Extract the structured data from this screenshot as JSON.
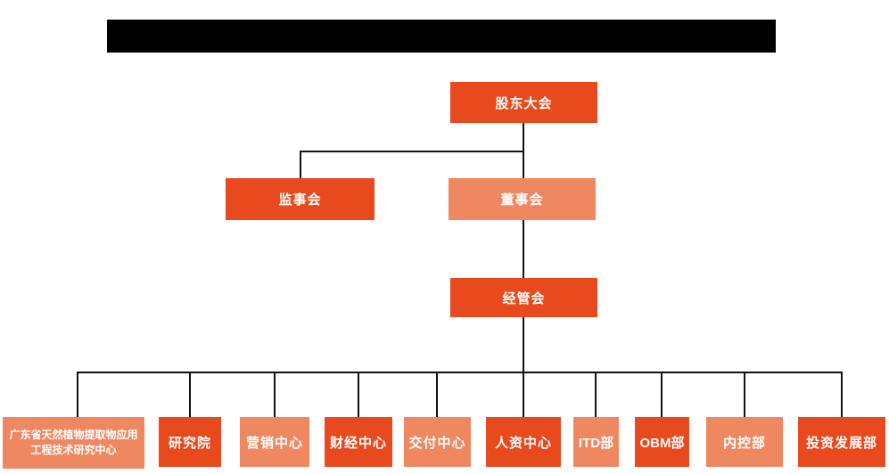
{
  "header": {
    "redacted_title_bar": {
      "text": "",
      "note_color": "#000000"
    }
  },
  "colors": {
    "node_dark_orange": "#E8491D",
    "node_light_orange": "#EF8760",
    "connector_line": "#111111",
    "node_text": "#FFFFFF",
    "background": "#FFFFFF",
    "redacted_bar": "#000000"
  },
  "org": {
    "type": "org-chart",
    "top": {
      "label": "股东大会",
      "variant": "dark"
    },
    "tier2": [
      {
        "label": "监事会",
        "variant": "dark"
      },
      {
        "label": "董事会",
        "variant": "light"
      }
    ],
    "tier3": {
      "label": "经管会",
      "variant": "dark"
    },
    "departments": [
      {
        "label": "广东省天然植物提取物应用工程技术研究中心",
        "variant": "light"
      },
      {
        "label": "研究院",
        "variant": "dark"
      },
      {
        "label": "营销中心",
        "variant": "light"
      },
      {
        "label": "财经中心",
        "variant": "dark"
      },
      {
        "label": "交付中心",
        "variant": "light"
      },
      {
        "label": "人资中心",
        "variant": "dark"
      },
      {
        "label": "ITD部",
        "variant": "light"
      },
      {
        "label": "OBM部",
        "variant": "dark"
      },
      {
        "label": "内控部",
        "variant": "light"
      },
      {
        "label": "投资发展部",
        "variant": "dark"
      }
    ]
  }
}
